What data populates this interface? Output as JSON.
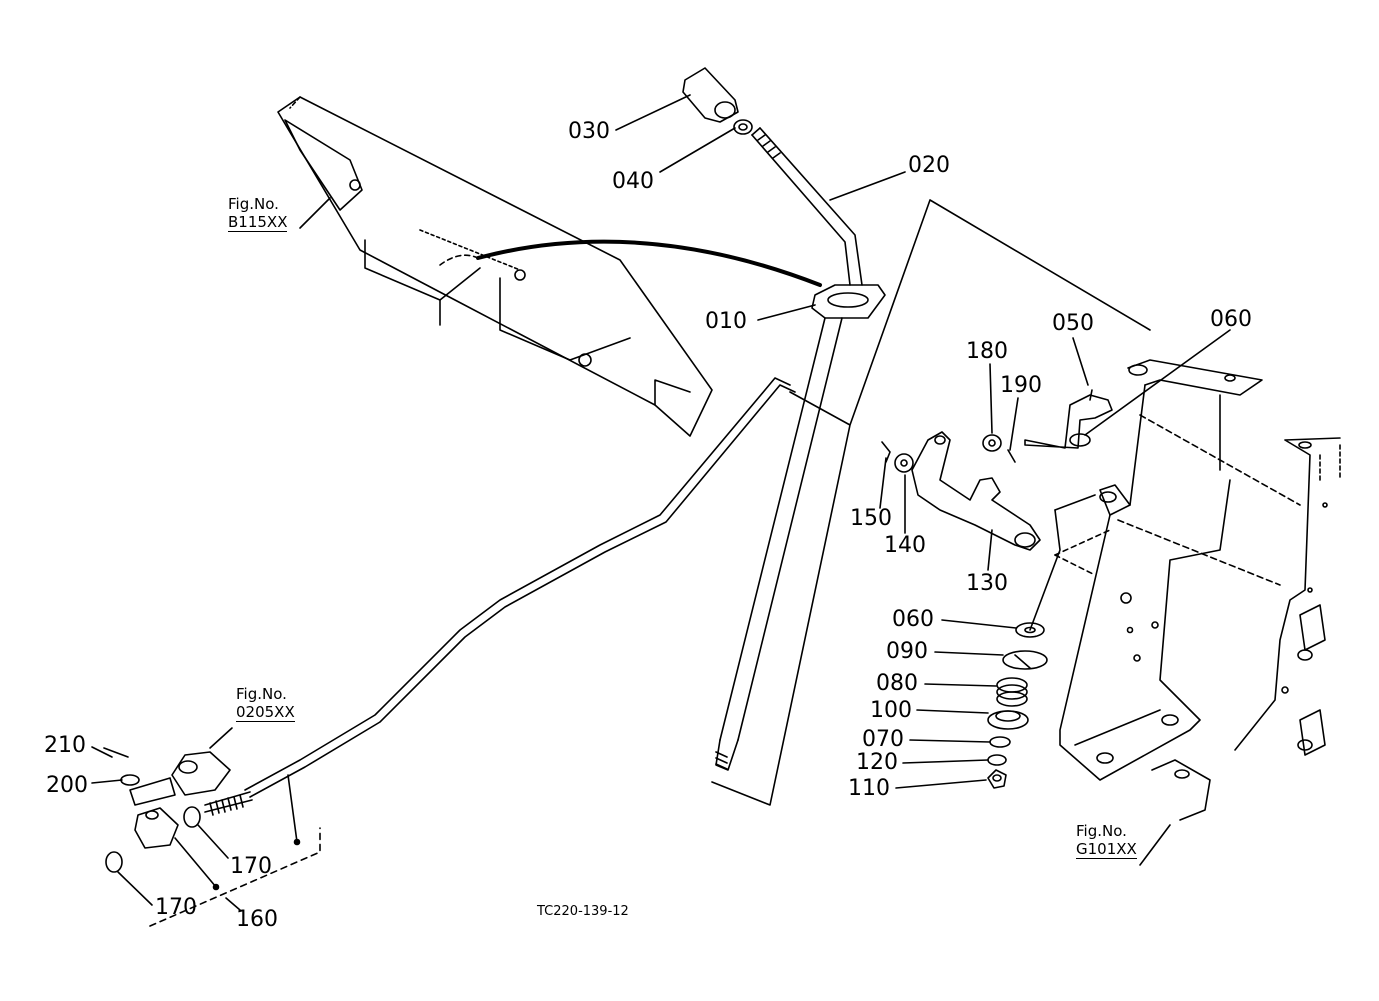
{
  "figure": {
    "code": "TC220-139-12",
    "references": [
      {
        "id": "ref-b115",
        "title": "Fig.No.",
        "number": "B115XX"
      },
      {
        "id": "ref-0205",
        "title": "Fig.No.",
        "number": "0205XX"
      },
      {
        "id": "ref-g101",
        "title": "Fig.No.",
        "number": "G101XX"
      }
    ],
    "parts": [
      "030",
      "040",
      "020",
      "010",
      "050",
      "060",
      "180",
      "190",
      "150",
      "140",
      "130",
      "060",
      "090",
      "080",
      "100",
      "070",
      "120",
      "110",
      "210",
      "200",
      "170",
      "170",
      "160"
    ]
  }
}
